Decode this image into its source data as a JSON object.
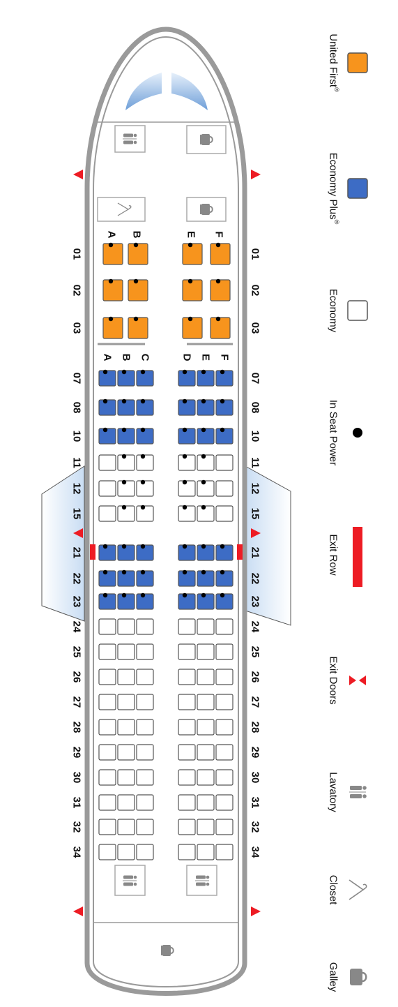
{
  "legend": [
    {
      "key": "united_first",
      "label": "United First",
      "reg": "®",
      "icon": "orange-seat-icon"
    },
    {
      "key": "economy_plus",
      "label": "Economy Plus",
      "reg": "®",
      "icon": "blue-seat-icon"
    },
    {
      "key": "economy",
      "label": "Economy",
      "reg": "",
      "icon": "white-seat-icon"
    },
    {
      "key": "power",
      "label": "In Seat Power",
      "reg": "",
      "icon": "power-dot-icon"
    },
    {
      "key": "exit_row",
      "label": "Exit Row",
      "reg": "",
      "icon": "exit-row-bar-icon"
    },
    {
      "key": "exit_doors",
      "label": "Exit Doors",
      "reg": "",
      "icon": "exit-door-arrows-icon"
    },
    {
      "key": "lavatory",
      "label": "Lavatory",
      "reg": "",
      "icon": "lavatory-icon"
    },
    {
      "key": "closet",
      "label": "Closet",
      "reg": "",
      "icon": "hanger-icon"
    },
    {
      "key": "galley",
      "label": "Galley",
      "reg": "",
      "icon": "coffee-cup-icon"
    }
  ],
  "first_class": {
    "left_letters": [
      "A",
      "B"
    ],
    "right_letters": [
      "E",
      "F"
    ],
    "rows": [
      "01",
      "02",
      "03"
    ]
  },
  "main_cabin": {
    "left_letters": [
      "A",
      "B",
      "C"
    ],
    "right_letters": [
      "D",
      "E",
      "F"
    ],
    "rows": [
      {
        "num": "07",
        "cls": "economy_plus",
        "power": true
      },
      {
        "num": "08",
        "cls": "economy_plus",
        "power": true
      },
      {
        "num": "10",
        "cls": "economy_plus",
        "power": true
      },
      {
        "num": "11",
        "cls": "economy",
        "power": true
      },
      {
        "num": "12",
        "cls": "economy",
        "power": true
      },
      {
        "num": "15",
        "cls": "economy",
        "power": true
      },
      {
        "num": "21",
        "cls": "economy_plus",
        "power": true,
        "exit_row": true
      },
      {
        "num": "22",
        "cls": "economy_plus",
        "power": true
      },
      {
        "num": "23",
        "cls": "economy_plus",
        "power": true
      },
      {
        "num": "24",
        "cls": "economy",
        "power": false
      },
      {
        "num": "25",
        "cls": "economy",
        "power": false
      },
      {
        "num": "26",
        "cls": "economy",
        "power": false
      },
      {
        "num": "27",
        "cls": "economy",
        "power": false
      },
      {
        "num": "28",
        "cls": "economy",
        "power": false
      },
      {
        "num": "29",
        "cls": "economy",
        "power": false
      },
      {
        "num": "30",
        "cls": "economy",
        "power": false
      },
      {
        "num": "31",
        "cls": "economy",
        "power": false
      },
      {
        "num": "32",
        "cls": "economy",
        "power": false
      },
      {
        "num": "34",
        "cls": "economy",
        "power": false
      }
    ]
  },
  "colors": {
    "united_first": "#F7941D",
    "economy_plus": "#3D6CC5",
    "economy": "#FFFFFF",
    "seat_border": "#555555",
    "exit": "#ED1C24",
    "fuselage": "#9A9A9A",
    "fixture_border": "#AAAAAA",
    "window_glass": "#A8C8EC"
  }
}
